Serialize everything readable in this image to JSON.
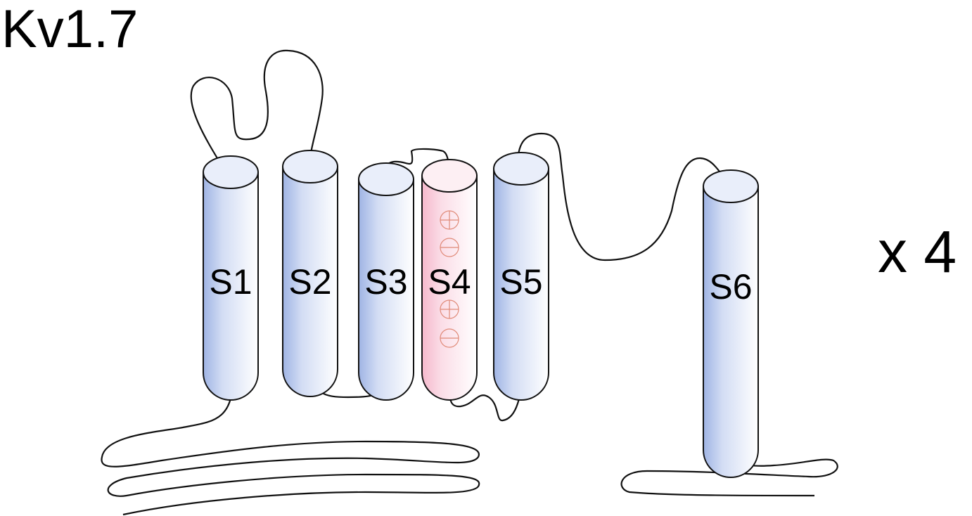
{
  "title": "Kv1.7",
  "multiplier": "x 4",
  "segments": [
    {
      "label": "S1",
      "type": "transmembrane"
    },
    {
      "label": "S2",
      "type": "transmembrane"
    },
    {
      "label": "S3",
      "type": "transmembrane"
    },
    {
      "label": "S4",
      "type": "voltage-sensor",
      "charges": [
        "+",
        "-",
        "+",
        "-"
      ]
    },
    {
      "label": "S5",
      "type": "transmembrane"
    },
    {
      "label": "S6",
      "type": "transmembrane"
    }
  ],
  "colors": {
    "helix": "#b8c8ec",
    "voltage_sensor": "#f7c6d6",
    "charge": "#e08a78",
    "stroke": "#111111"
  }
}
